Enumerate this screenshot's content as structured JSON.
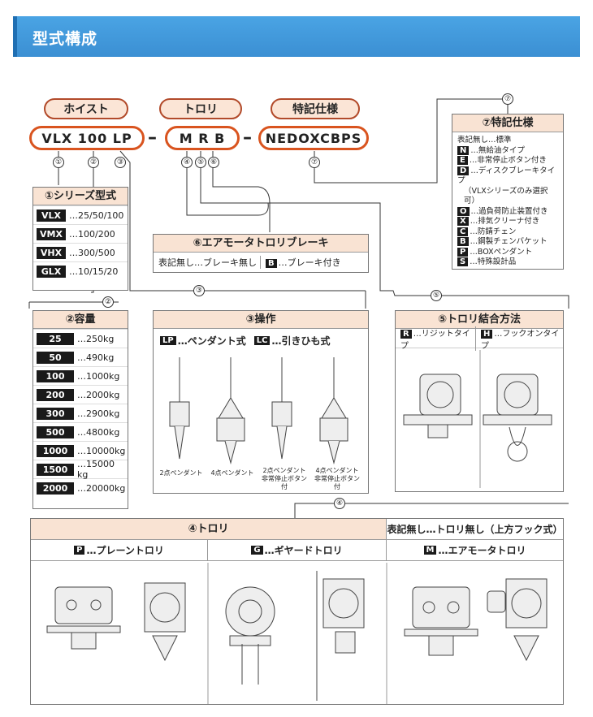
{
  "header": {
    "title": "型式構成"
  },
  "model": {
    "hoist_label": "ホイスト",
    "hoist_code": "VLX 100 LP",
    "trolley_label": "トロリ",
    "trolley_code": "M R B",
    "special_label": "特記仕様",
    "special_code": "NEDOXCBPS",
    "dash": "–"
  },
  "markers": [
    "①",
    "②",
    "③",
    "④",
    "⑤",
    "⑥",
    "⑦"
  ],
  "series": {
    "title": "①シリーズ型式",
    "rows": [
      {
        "tag": "VLX",
        "text": "…25/50/100"
      },
      {
        "tag": "VMX",
        "text": "…100/200"
      },
      {
        "tag": "VHX",
        "text": "…300/500"
      },
      {
        "tag": "GLX",
        "text": "…10/15/20"
      }
    ]
  },
  "capacity": {
    "title": "②容量",
    "rows": [
      {
        "tag": "25",
        "text": "…250kg"
      },
      {
        "tag": "50",
        "text": "…490kg"
      },
      {
        "tag": "100",
        "text": "…1000kg"
      },
      {
        "tag": "200",
        "text": "…2000kg"
      },
      {
        "tag": "300",
        "text": "…2900kg"
      },
      {
        "tag": "500",
        "text": "…4800kg"
      },
      {
        "tag": "1000",
        "text": "…10000kg"
      },
      {
        "tag": "1500",
        "text": "…15000 kg"
      },
      {
        "tag": "2000",
        "text": "…20000kg"
      }
    ]
  },
  "operation": {
    "title": "③操作",
    "lp_tag": "LP",
    "lp_text": "…ペンダント式",
    "lc_tag": "LC",
    "lc_text": "…引きひも式",
    "captions": [
      "2点ペンダント",
      "4点ペンダント",
      "2点ペンダント\n非常停止ボタン付",
      "4点ペンダント\n非常停止ボタン付"
    ]
  },
  "brake": {
    "title": "⑥エアモータトロリブレーキ",
    "none_text": "表記無し…ブレーキ無し",
    "b_tag": "B",
    "b_text": "…ブレーキ付き"
  },
  "coupling": {
    "title": "⑤トロリ結合方法",
    "r_tag": "R",
    "r_text": "…リジットタイプ",
    "h_tag": "H",
    "h_text": "…フックオンタイプ"
  },
  "special": {
    "title": "⑦特記仕様",
    "first": "表記無し…標準",
    "items": [
      {
        "tag": "N",
        "text": "…無給油タイプ"
      },
      {
        "tag": "E",
        "text": "…非常停止ボタン付き"
      },
      {
        "tag": "D",
        "text": "…ディスクブレーキタイプ"
      },
      {
        "tag": "",
        "text": "（VLXシリーズのみ選択可）"
      },
      {
        "tag": "O",
        "text": "…過負荷防止装置付き"
      },
      {
        "tag": "X",
        "text": "…排気クリーナ付き"
      },
      {
        "tag": "C",
        "text": "…防錆チェン"
      },
      {
        "tag": "B",
        "text": "…鋼製チェンバケット"
      },
      {
        "tag": "P",
        "text": "…BOXペンダント"
      },
      {
        "tag": "S",
        "text": "…特殊設計品"
      }
    ]
  },
  "trolley": {
    "title": "④トロリ",
    "none_text": "表記無し…トロリ無し（上方フック式）",
    "p_tag": "P",
    "p_text": "…プレーントロリ",
    "g_tag": "G",
    "g_text": "…ギヤードトロリ",
    "m_tag": "M",
    "m_text": "…エアモータトロリ"
  },
  "colors": {
    "header": "#3b8fd3",
    "pill_fill": "#fbe5d6",
    "code_border": "#d9541f",
    "box_head": "#f9e3d3"
  }
}
